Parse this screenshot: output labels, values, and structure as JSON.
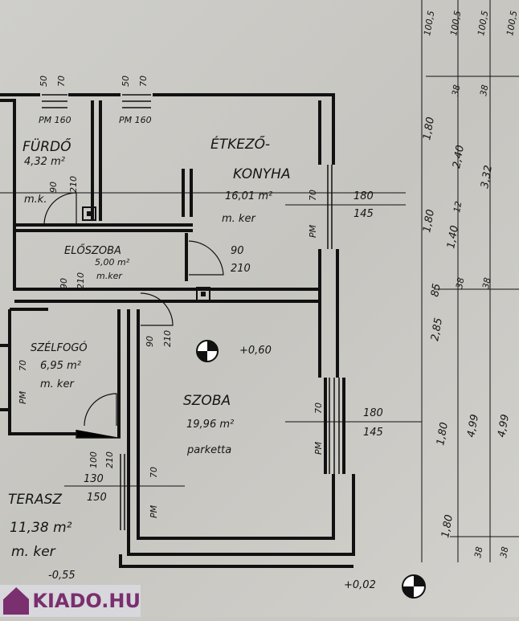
{
  "rooms": {
    "bathroom": {
      "name": "FÜRDŐ",
      "area": "4,32 m²",
      "floor": "m.k."
    },
    "kitchen": {
      "name1": "ÉTKEZŐ-",
      "name2": "KONYHA",
      "area": "16,01 m²",
      "floor": "m. ker"
    },
    "hall": {
      "name": "ELŐSZOBA",
      "area": "5,00 m²",
      "floor": "m.ker"
    },
    "vestibule": {
      "name": "SZÉLFOGÓ",
      "area": "6,95 m²",
      "floor": "m. ker"
    },
    "room": {
      "name": "SZOBA",
      "area": "19,96 m²",
      "floor": "parketta"
    },
    "terrace": {
      "name": "TERASZ",
      "area": "11,38 m²",
      "floor": "m. ker"
    }
  },
  "levels": {
    "room": "+0,60",
    "entrance": "+0,02",
    "terrace": "-0,55"
  },
  "openings": {
    "w1": "50",
    "w1h": "70",
    "w2": "50",
    "w2h": "70",
    "pm1": "PM 160",
    "pm2": "PM 160",
    "bath_door_w": "90",
    "bath_door_h": "210",
    "hall_door_w": "90",
    "hall_door_h": "210",
    "entry_door_w": "90",
    "entry_door_h": "210",
    "room_door_w": "90",
    "room_door_h": "210",
    "kitchen_win_pm": "PM",
    "kitchen_win_h": "70",
    "kitchen_win_w": "180",
    "kitchen_win_b": "145",
    "room_win_pm": "PM",
    "room_win_h": "70",
    "room_win_w": "180",
    "room_win_b": "145",
    "vest_win_pm": "PM",
    "vest_win_h": "70",
    "terrace_door_w": "100",
    "terrace_door_h": "210",
    "terrace_w1": "130",
    "terrace_w2": "150",
    "terrace_win_pm": "PM",
    "terrace_win_h": "70"
  },
  "dimensions": {
    "top": [
      "100,5",
      "100,5",
      "100,5",
      "100,5"
    ],
    "col1": [
      "1,80",
      "1,80",
      "2,85",
      "1,80",
      "1,80"
    ],
    "col2": [
      "38",
      "2,40",
      "12",
      "1,40",
      "38",
      "4,99",
      "38"
    ],
    "col3": [
      "38",
      "3,32",
      "38",
      "4,99",
      "38"
    ],
    "partial": "85"
  },
  "watermark": "KIADO.HU"
}
